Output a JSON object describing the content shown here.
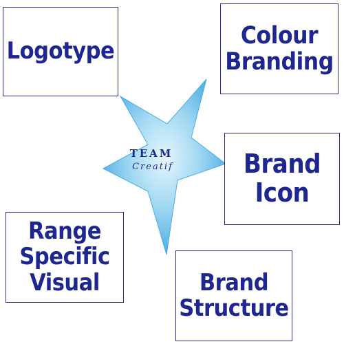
{
  "center": {
    "line1": "TEAM",
    "line2": "Creatif"
  },
  "boxes": {
    "logotype": {
      "lines": [
        "Logotype"
      ]
    },
    "colour_branding": {
      "lines": [
        "Colour",
        "Branding"
      ]
    },
    "brand_icon": {
      "lines": [
        "Brand",
        "Icon"
      ]
    },
    "range_specific_visual": {
      "lines": [
        "Range",
        "Specific",
        "Visual"
      ]
    },
    "brand_structure": {
      "lines": [
        "Brand",
        "Structure"
      ]
    }
  },
  "colors": {
    "text": "#1e2690",
    "border": "#2b2d8c",
    "star_light": "#d8f0fb",
    "star_mid": "#7cc6ec",
    "star_dark": "#3da6e0"
  }
}
